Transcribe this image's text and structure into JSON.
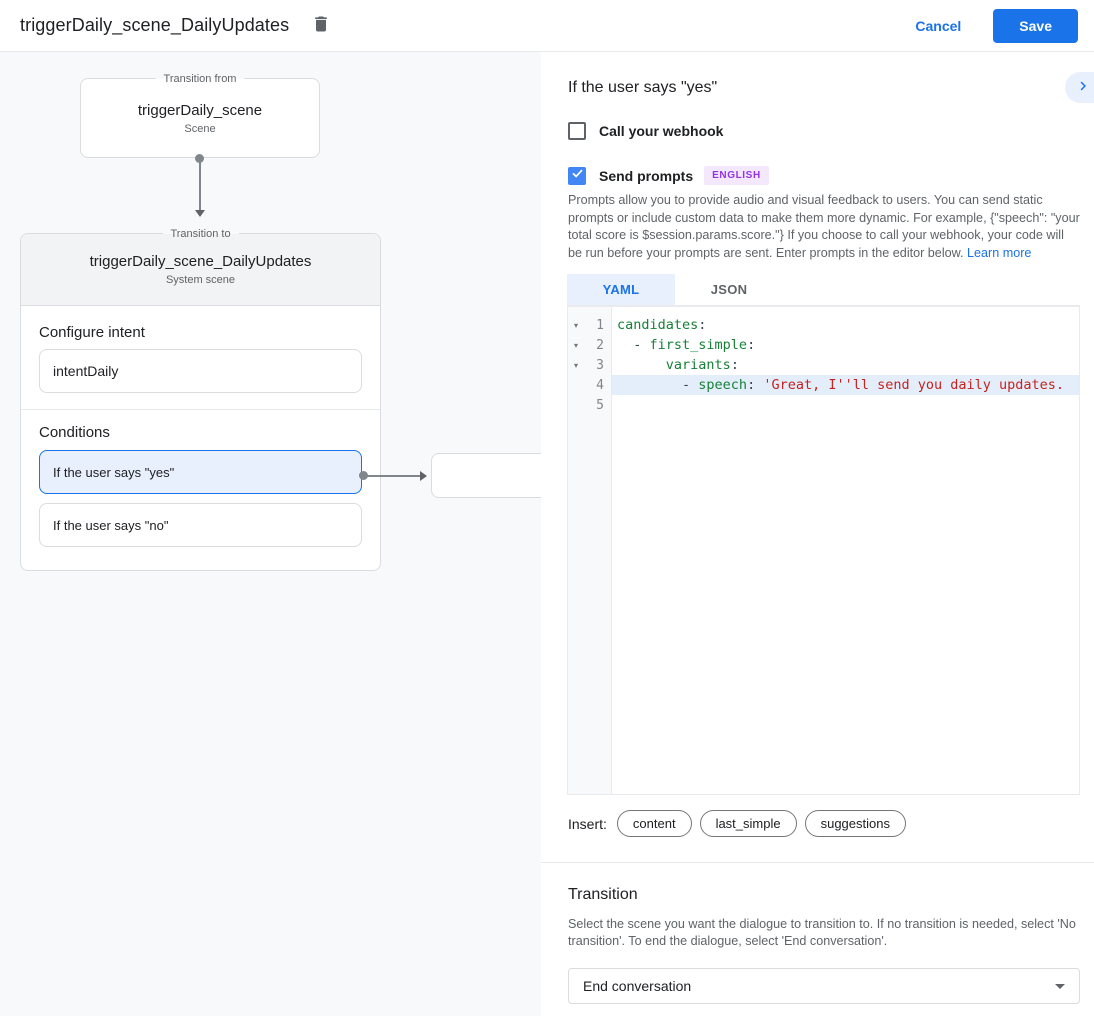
{
  "header": {
    "title": "triggerDaily_scene_DailyUpdates",
    "cancel_label": "Cancel",
    "save_label": "Save"
  },
  "diagram": {
    "from_box": {
      "legend": "Transition from",
      "title": "triggerDaily_scene",
      "subtitle": "Scene"
    },
    "to_card": {
      "legend": "Transition to",
      "title": "triggerDaily_scene_DailyUpdates",
      "subtitle": "System scene",
      "configure_intent_label": "Configure intent",
      "intent_name": "intentDaily",
      "conditions_label": "Conditions",
      "conditions": [
        {
          "label": "If the user says \"yes\"",
          "selected": true
        },
        {
          "label": "If the user says \"no\"",
          "selected": false
        }
      ]
    }
  },
  "panel": {
    "title": "If the user says \"yes\"",
    "webhook": {
      "label": "Call your webhook",
      "checked": false
    },
    "prompts": {
      "label": "Send prompts",
      "checked": true,
      "badge": "ENGLISH"
    },
    "description": "Prompts allow you to provide audio and visual feedback to users. You can send static prompts or include custom data to make them more dynamic. For example, {\"speech\": \"your total score is $session.params.score.\"} If you choose to call your webhook, your code will be run before your prompts are sent. Enter prompts in the editor below. ",
    "learn_more_label": "Learn more",
    "tabs": [
      {
        "label": "YAML",
        "active": true
      },
      {
        "label": "JSON",
        "active": false
      }
    ],
    "editor": {
      "lines": [
        {
          "num": 1,
          "fold": true,
          "highlight": false,
          "tokens": [
            {
              "t": "candidates",
              "c": "k"
            },
            {
              "t": ":",
              "c": "d"
            }
          ]
        },
        {
          "num": 2,
          "fold": true,
          "highlight": false,
          "tokens": [
            {
              "t": "  - ",
              "c": "d"
            },
            {
              "t": "first_simple",
              "c": "k"
            },
            {
              "t": ":",
              "c": "d"
            }
          ]
        },
        {
          "num": 3,
          "fold": true,
          "highlight": false,
          "tokens": [
            {
              "t": "      ",
              "c": "d"
            },
            {
              "t": "variants",
              "c": "k"
            },
            {
              "t": ":",
              "c": "d"
            }
          ]
        },
        {
          "num": 4,
          "fold": false,
          "highlight": true,
          "tokens": [
            {
              "t": "        - ",
              "c": "d"
            },
            {
              "t": "speech",
              "c": "k"
            },
            {
              "t": ": ",
              "c": "d"
            },
            {
              "t": "'Great, I''ll send you daily updates.",
              "c": "s"
            }
          ]
        },
        {
          "num": 5,
          "fold": false,
          "highlight": false,
          "tokens": []
        }
      ]
    },
    "insert": {
      "label": "Insert:",
      "buttons": [
        {
          "label": "content"
        },
        {
          "label": "last_simple"
        },
        {
          "label": "suggestions"
        }
      ]
    },
    "transition": {
      "title": "Transition",
      "description": "Select the scene you want the dialogue to transition to. If no transition is needed, select 'No transition'. To end the dialogue, select 'End conversation'.",
      "selected_value": "End conversation"
    }
  },
  "colors": {
    "accent_blue": "#1a73e8",
    "selected_condition_bg": "#e8f0fe",
    "canvas_bg": "#f8f9fa",
    "badge_purple": "#9334e6",
    "badge_bg": "#f3e8fd",
    "code_key_green": "#188038",
    "code_string_red": "#c5221f",
    "highlight_line_bg": "#e4eefb"
  }
}
